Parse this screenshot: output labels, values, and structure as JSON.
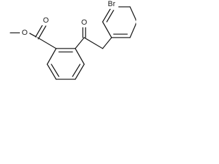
{
  "molecule": {
    "atoms": {
      "ester_carbonyl_oxygen": "O",
      "ester_ether_oxygen": "O",
      "ketone_oxygen": "O",
      "bromine": "Br"
    }
  }
}
